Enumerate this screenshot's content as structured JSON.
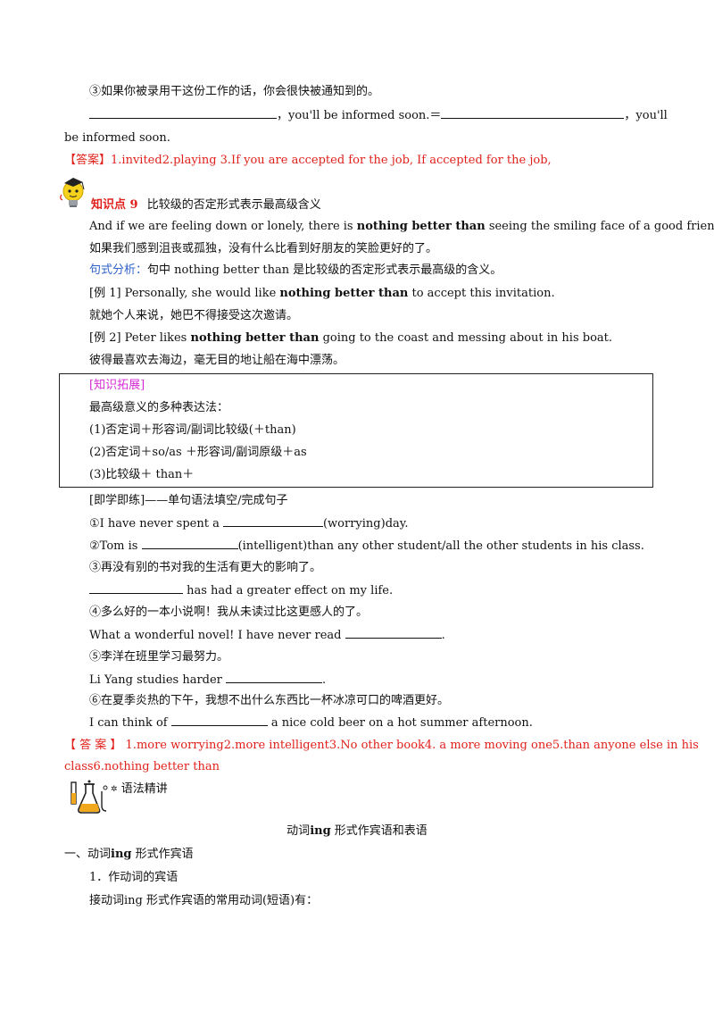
{
  "top": {
    "q3_cn": "③如果你被录用干这份工作的话，你会很快被通知到的。",
    "q3_en_a": "，you'll be informed soon.＝",
    "q3_en_b": "，you'll",
    "q3_en_c": "be informed soon.",
    "answer1_label": "【答案】",
    "answer1_text": "1.invited2.playing  3.If you are accepted for the job, If accepted for the job,"
  },
  "kp9": {
    "label": "知识点 9",
    "title": "比较级的否定形式表示最高级含义",
    "ex_en_pre": "And if we are feeling down or lonely, there is ",
    "ex_en_bold": "nothing better than",
    "ex_en_post": " seeing the smiling face of a good friend.",
    "ex_cn": "如果我们感到沮丧或孤独，没有什么比看到好朋友的笑脸更好的了。",
    "analysis_label": "句式分析：",
    "analysis_text": "句中 nothing better than 是比较级的否定形式表示最高级的含义。",
    "e1_pre": "[例 1]    Personally, she would like ",
    "e1_bold": "nothing better than",
    "e1_post": " to accept this invitation.",
    "e1_cn": "就她个人来说，她巴不得接受这次邀请。",
    "e2_pre": "[例 2]    Peter likes ",
    "e2_bold": "nothing better than",
    "e2_post": " going to the coast and messing about in his boat.",
    "e2_cn": "彼得最喜欢去海边，毫无目的地让船在海中漂荡。"
  },
  "expand": {
    "label": "[知识拓展]",
    "intro": "最高级意义的多种表达法：",
    "item1": "(1)否定词＋形容词/副词比较级(＋than)",
    "item2": "(2)否定词＋so/as  ＋形容词/副词原级＋as",
    "item3": "(3)比较级＋  than＋"
  },
  "practice": {
    "title": "[即学即练]——单句语法填空/完成句子",
    "p1_a": "①I have never spent a  ",
    "p1_b": "(worrying)day.",
    "p2_a": "②Tom is  ",
    "p2_b": "(intelligent)than any other student/all the other students in his class.",
    "p3_cn": "③再没有别的书对我的生活有更大的影响了。",
    "p3_en": " has had a greater effect on my life.",
    "p4_cn": "④多么好的一本小说啊！我从未读过比这更感人的了。",
    "p4_en": "What a wonderful novel! I have never read  ",
    "p4_end": ".",
    "p5_cn": "⑤李洋在班里学习最努力。",
    "p5_en": "Li Yang studies harder  ",
    "p5_end": ".",
    "p6_cn": "⑥在夏季炎热的下午，我想不出什么东西比一杯冰凉可口的啤酒更好。",
    "p6_a": "I can think of  ",
    "p6_b": "  a nice cold beer on a hot summer afternoon."
  },
  "answer2": {
    "label": "【 答 案 】",
    "text_line1": " 1.more worrying2.more intelligent3.No other book4.  a more moving one5.than anyone else in his",
    "text_line2": "class6.nothing better than"
  },
  "grammar": {
    "heading": "语法精讲",
    "center_title_pre": "动词",
    "center_title_bold": "ing",
    "center_title_post": " 形式作宾语和表语",
    "section1_pre": "一、动词",
    "section1_bold": "ing",
    "section1_post": " 形式作宾语",
    "sub1": "1．作动词的宾语",
    "sub1_text": "接动词ing 形式作宾语的常用动词(短语)有："
  },
  "icons": {
    "bulb": "lightbulb-mascot-icon",
    "flask": "science-flask-icon"
  },
  "colors": {
    "answer_red": "#e0211b",
    "expand_magenta": "#d62ad6",
    "analysis_blue": "#2f62c8"
  }
}
